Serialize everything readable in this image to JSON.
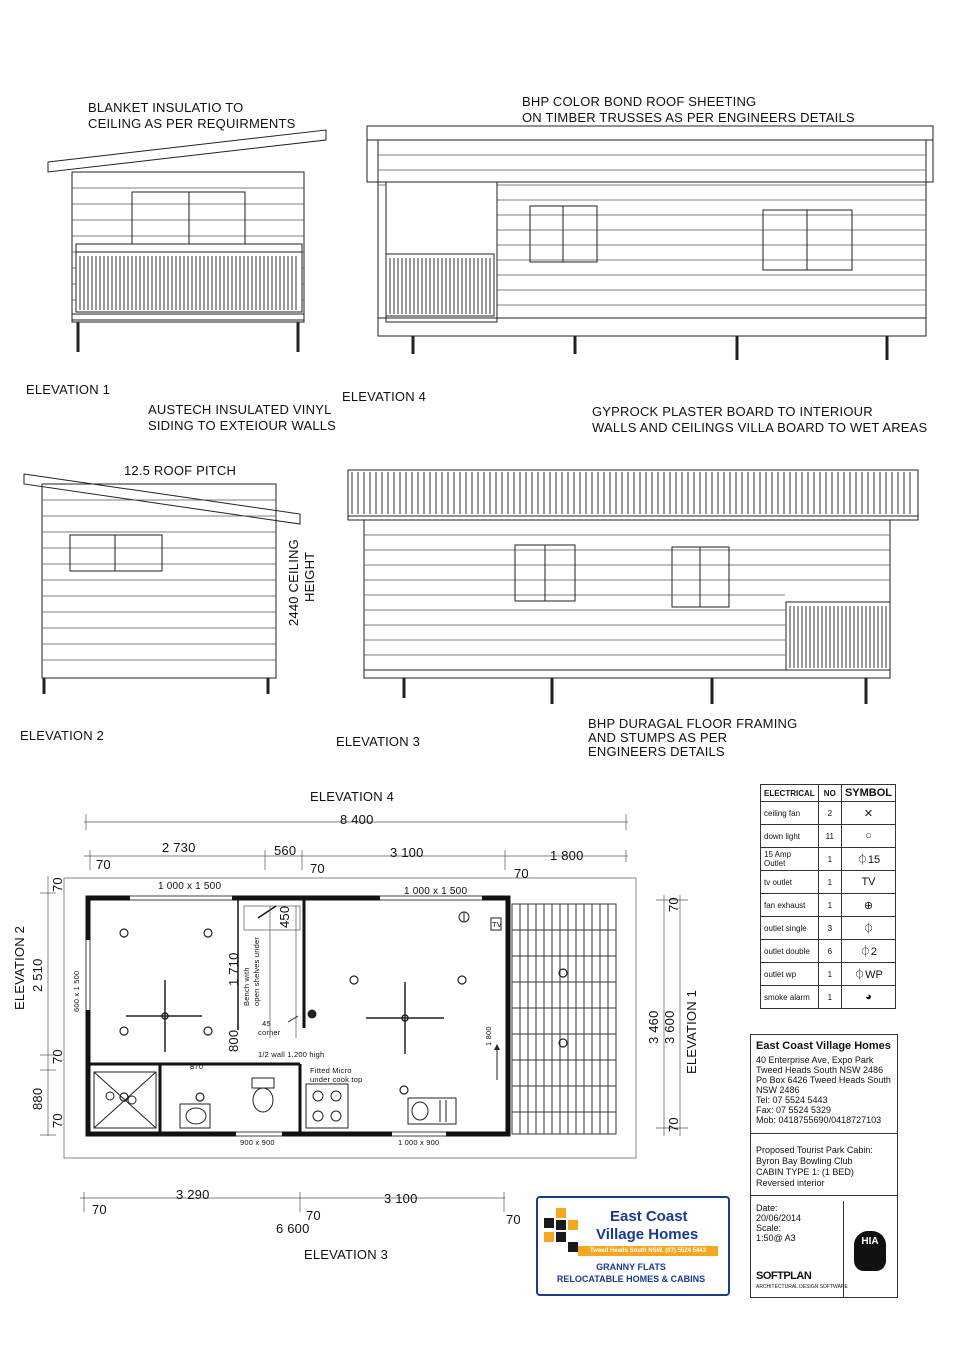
{
  "notes": {
    "blanket": [
      "BLANKET INSULATIO TO",
      "CEILING AS PER REQUIRMENTS"
    ],
    "roof": [
      "BHP COLOR BOND ROOF SHEETING",
      "ON TIMBER TRUSSES AS PER ENGINEERS DETAILS"
    ],
    "siding": [
      "AUSTECH INSULATED VINYL",
      "SIDING TO EXTEIOUR WALLS"
    ],
    "gyprock": [
      "GYPROCK PLASTER BOARD TO INTERIOUR",
      "WALLS AND CEILINGS VILLA BOARD TO WET AREAS"
    ],
    "floor": [
      "BHP DURAGAL FLOOR FRAMING",
      "AND STUMPS AS PER",
      "ENGINEERS DETAILS"
    ],
    "pitch": "12.5 ROOF PITCH",
    "ceiling_height": [
      "2440 CEILING",
      "HEIGHT"
    ]
  },
  "elevations": {
    "e1": "ELEVATION 1",
    "e2": "ELEVATION 2",
    "e3": "ELEVATION 3",
    "e4": "ELEVATION 4"
  },
  "plan": {
    "top_label": "ELEVATION 4",
    "bottom_label": "ELEVATION 3",
    "left_label": "ELEVATION 2",
    "right_label": "ELEVATION 1",
    "dims_top": {
      "total": "8 400",
      "d1": "2 730",
      "d2": "560",
      "d3": "3 100",
      "d4": "1 800",
      "a": "70",
      "b": "70",
      "c": "70"
    },
    "dims_bottom": {
      "d1": "3 290",
      "d2": "3 100",
      "total": "6 600",
      "a": "70",
      "b": "70",
      "c": "70"
    },
    "dims_left": {
      "a": "70",
      "b": "2 510",
      "c": "70",
      "d": "880",
      "e": "70"
    },
    "dims_right": {
      "a": "70",
      "b": "3 460",
      "c": "3 600",
      "d": "70"
    },
    "windows": {
      "w1": "1 000 x 1 500",
      "w2": "1 000 x 1 500",
      "w3": "600 x 1 500",
      "w4": "900 x 900",
      "w5": "1 000 x 900"
    },
    "annotations": {
      "bench": [
        "Bench with",
        "open shelves under"
      ],
      "d1710": "1 710",
      "d450": "450",
      "d800": "800",
      "d45": "45",
      "corner": "corner",
      "halfwall": "1/2 wall 1.200 high",
      "d870": "870",
      "micro": [
        "Fitted Micro",
        "under cook top"
      ],
      "d1800": "1 800",
      "tv": "TV"
    }
  },
  "electrical": {
    "headers": [
      "ELECTRICAL",
      "NO",
      "SYMBOL"
    ],
    "rows": [
      {
        "item": "ceiling fan",
        "no": "2",
        "symbol": "✕"
      },
      {
        "item": "down light",
        "no": "11",
        "symbol": "○"
      },
      {
        "item": "15 Amp Outlet",
        "no": "1",
        "symbol": "⏀15"
      },
      {
        "item": "tv outlet",
        "no": "1",
        "symbol": "TV"
      },
      {
        "item": "fan exhaust",
        "no": "1",
        "symbol": "⊕"
      },
      {
        "item": "outlet single",
        "no": "3",
        "symbol": "⏀"
      },
      {
        "item": "outlet double",
        "no": "6",
        "symbol": "⏀2"
      },
      {
        "item": "outlet wp",
        "no": "1",
        "symbol": "⏀WP"
      },
      {
        "item": "smoke alarm",
        "no": "1",
        "symbol": "◕"
      }
    ]
  },
  "company": {
    "name": "East Coast Village Homes",
    "lines": [
      "40 Enterprise Ave, Expo Park",
      "Tweed Heads South NSW 2486",
      "Po Box 6426 Tweed Heads South",
      "NSW 2486",
      "Tel: 07 5524 5443",
      "Fax: 07 5524 5329",
      "Mob: 0418755690/0418727103"
    ],
    "project": [
      "Proposed Tourist Park Cabin:",
      "Byron Bay Bowling Club",
      "CABIN TYPE 1: (1 BED)",
      "Reversed interior"
    ],
    "date_label": "Date:",
    "date": "20/06/2014",
    "scale_label": "Scale:",
    "scale": "1:50@ A3",
    "softplan": "SOFTPLAN",
    "softplan_sub": "ARCHITECTURAL DESIGN SOFTWARE",
    "hia": "HIA"
  },
  "logo": {
    "line1": "East Coast",
    "line2": "Village Homes",
    "strip": "Tweed Heads South NSW. (07) 5524 5443",
    "tag1": "GRANNY FLATS",
    "tag2": "RELOCATABLE HOMES & CABINS"
  }
}
